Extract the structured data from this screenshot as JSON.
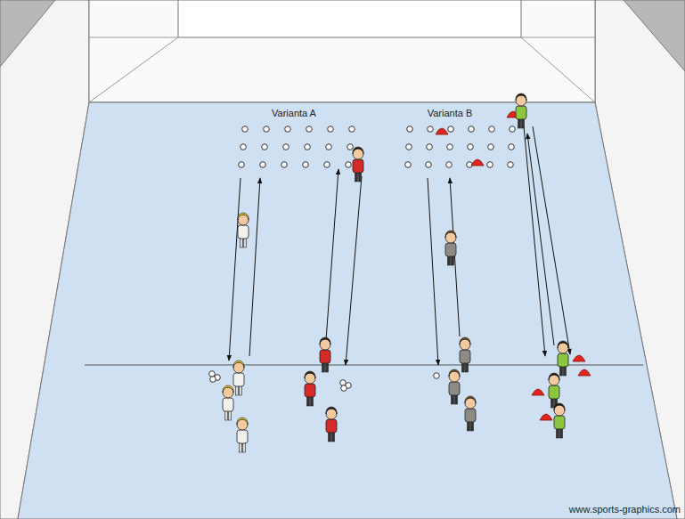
{
  "diagram": {
    "labels": [
      "Varianta A",
      "Varianta B",
      "www.sports-graphics.com"
    ]
  }
}
